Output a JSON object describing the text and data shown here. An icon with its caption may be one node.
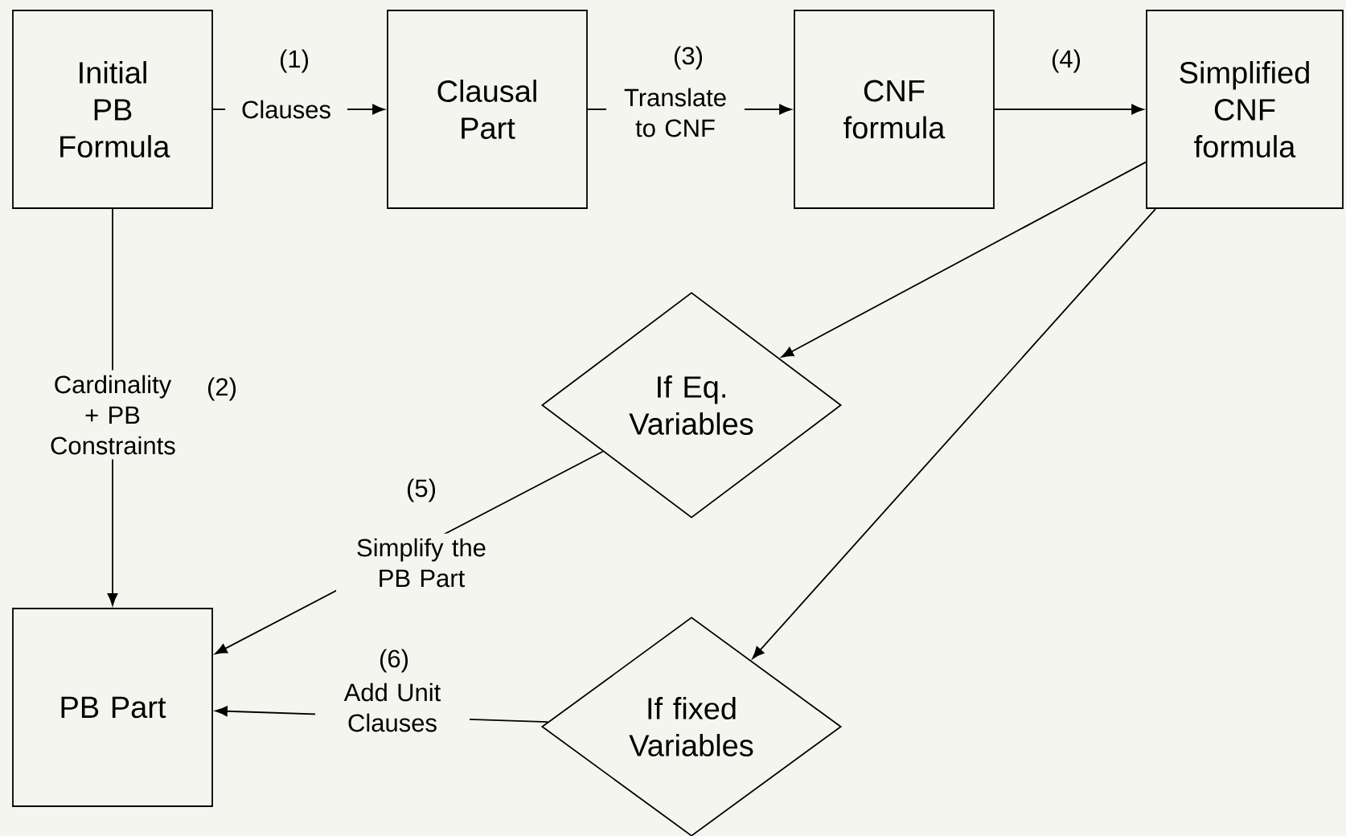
{
  "diagram": {
    "nodes": [
      {
        "text": [
          "Initial PB Formula"
        ]
      },
      {
        "text": [
          "Clausal Part"
        ]
      },
      {
        "text": [
          "CNF formula"
        ]
      },
      {
        "text": [
          "Simplified CNF formula"
        ]
      },
      {
        "text": [
          "If Eq. Variables"
        ]
      },
      {
        "text": [
          "PB Part"
        ]
      },
      {
        "text": [
          "If fixed Variables"
        ]
      }
    ],
    "edges": [
      {
        "from": 0,
        "to": 1,
        "arrow": "to",
        "label": "Clauses"
      },
      {
        "from": 1,
        "to": 2,
        "arrow": "to",
        "label": "Translate to CNF"
      },
      {
        "from": 2,
        "to": 3,
        "arrow": "to"
      },
      {
        "from": 0,
        "to": 5,
        "arrow": "to",
        "label": "Cardinality + PB Constraints"
      },
      {
        "from": 3,
        "to": 4,
        "arrow": "to"
      },
      {
        "from": 3,
        "to": 6,
        "arrow": "to"
      },
      {
        "from": 4,
        "to": 5,
        "arrow": "to",
        "label": "Simplify the PB Part"
      },
      {
        "from": 6,
        "to": 5,
        "arrow": "to",
        "label": "Add Unit Clauses"
      }
    ],
    "labels": [
      "(1)",
      "(3)",
      "(4)",
      "(2)",
      "(5)",
      "(6)"
    ]
  }
}
